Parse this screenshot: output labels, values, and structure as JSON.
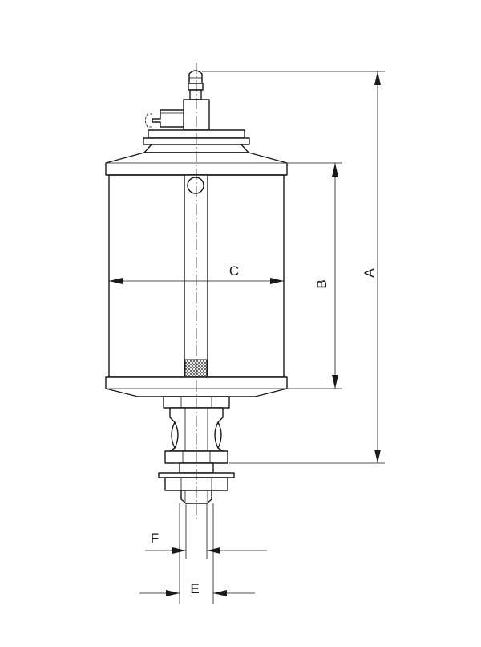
{
  "labels": {
    "a": "A",
    "b": "B",
    "c": "C",
    "e": "E",
    "f": "F"
  }
}
